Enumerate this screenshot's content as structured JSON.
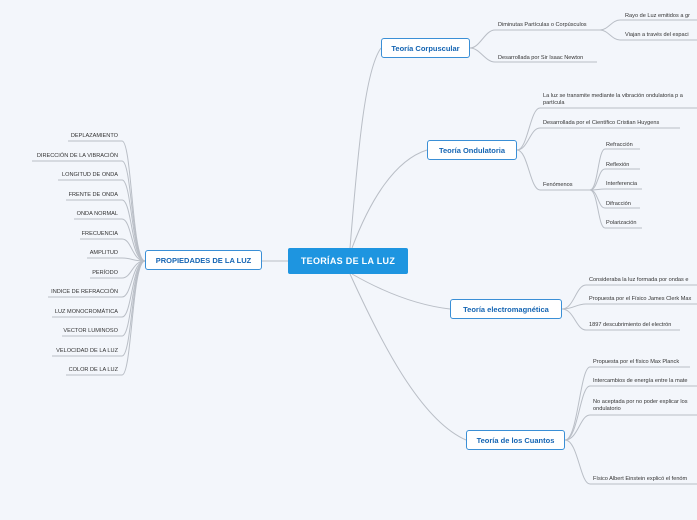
{
  "central": "TEORÍAS DE LA LUZ",
  "propiedades": {
    "label": "PROPIEDADES DE LA LUZ",
    "items": [
      "DEPLAZAMIENTO",
      "DIRECCIÓN DE LA VIBRACIÓN",
      "LONGITUD DE ONDA",
      "FRENTE DE ONDA",
      "ONDA NORMAL",
      "FRECUENCIA",
      "AMPLITUD",
      "PERÍODO",
      "INDICE DE REFRACCIÓN",
      "LUZ MONOCROMÁTICA",
      "VECTOR LUMINOSO",
      "VELOCIDAD DE LA LUZ",
      "COLOR DE LA LUZ"
    ]
  },
  "corpuscular": {
    "label": "Teoría Corpuscular",
    "diminutas": "Diminutas Partículas o Corpúsculos",
    "rayo": "Rayo de Luz emitidos a gr",
    "viajan": "Viajan a través del espaci",
    "newton": "Desarrollada por Sir Isaac Newton"
  },
  "ondulatoria": {
    "label": "Teoría Ondulatoria",
    "vibracion": "La luz se transmite mediante la vibración ondulatoria p a partícula",
    "huygens": "Desarrollada por el Científico Cristian Huygens",
    "fenomenos": "Fenómenos",
    "fenomenos_items": [
      "Refracción",
      "Reflexión",
      "Interferencia",
      "Difracción",
      "Polarización"
    ]
  },
  "electromagnetica": {
    "label": "Teoría electromagnética",
    "items": [
      "Consideraba la luz formada por ondas e",
      "Propuesta por el Físico James Clerk Max",
      "1897 descubrimiento del electrón"
    ]
  },
  "cuantos": {
    "label": "Teoría de los Cuantos",
    "items": [
      "Propuesta por el físico Max Planck",
      "Intercambios de energía entre la mate",
      "No aceptada por no poder explicar los ondulatorio",
      "Físico Albert Einstein explicó el fenóm"
    ]
  },
  "colors": {
    "central": "#1e95e0",
    "main_border": "#3a8fd6",
    "main_text": "#1565b3",
    "line": "#b9bec6",
    "background": "#f3f6fb"
  }
}
